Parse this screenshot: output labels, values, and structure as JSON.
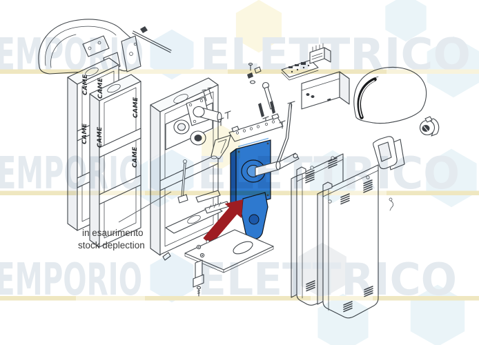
{
  "watermark": {
    "word_left": "EMPORIO",
    "word_right": "ELETTRICO",
    "text_color": "#e3e9ef",
    "interword_hexagon_fill": "#e7f2f8",
    "underline_color": "#f8f3da",
    "underline_accent": "#efe6bd",
    "hexagon_yellow": "#fbf7e0",
    "hexagon_cyan": "#e9f4f8",
    "hexagon_gray": "#eceff1"
  },
  "annotation": {
    "line1": "in esaurimento",
    "line2": "stock deplection",
    "color": "#3a3a3a"
  },
  "brand": {
    "label": "CAME"
  },
  "colors": {
    "background": "#ffffff",
    "line": "#41464b",
    "highlight_blue": "#2e79cf",
    "highlight_blue_dark": "#1c58a9",
    "highlight_blue_inner": "#5b9be0",
    "arrow_red": "#9e1d22",
    "dark_detail": "#3d4146"
  },
  "parts": [
    "top-cover",
    "cover-bracket",
    "cabinet-frame-rear",
    "cabinet-frame-middle",
    "cabinet-frame-front",
    "connecting-rod",
    "output-flange-shaft",
    "fixing-pins",
    "release-lever-parts",
    "circuit-board",
    "transformer",
    "control-box",
    "dome-cover",
    "inspection-window-frame",
    "lock-cylinder",
    "spring-anchor-plate",
    "balancing-rod-assembly",
    "transmission-lever",
    "triangle-bracket",
    "tie-rod",
    "fixing-plates",
    "gearmotor-highlighted",
    "highlight-arrow",
    "base-plate",
    "anchor-tube",
    "anchor-bolt",
    "side-panel-left",
    "side-panel-right",
    "latch-screw"
  ]
}
